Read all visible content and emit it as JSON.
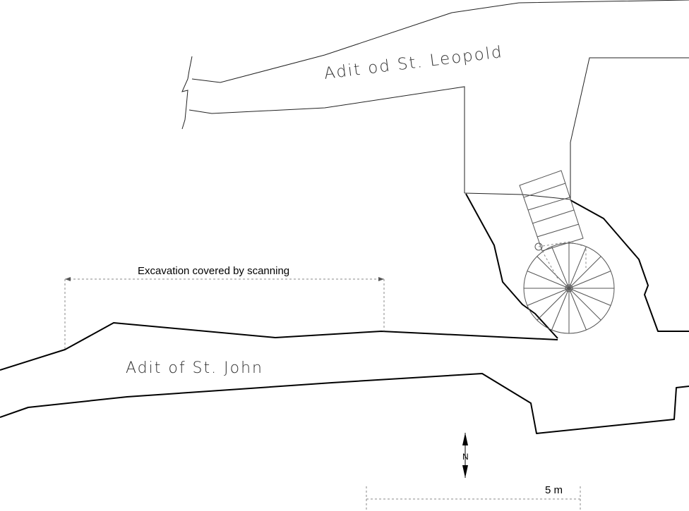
{
  "labels": {
    "leopold": "Adit od St. Leopold",
    "john": "Adit of  St. John",
    "excavation": "Excavation covered by scanning",
    "scale": "5 m",
    "north": "N"
  },
  "colors": {
    "line": "#000000",
    "background": "#ffffff"
  },
  "icons": {
    "north_arrow": "north-arrow-icon"
  }
}
